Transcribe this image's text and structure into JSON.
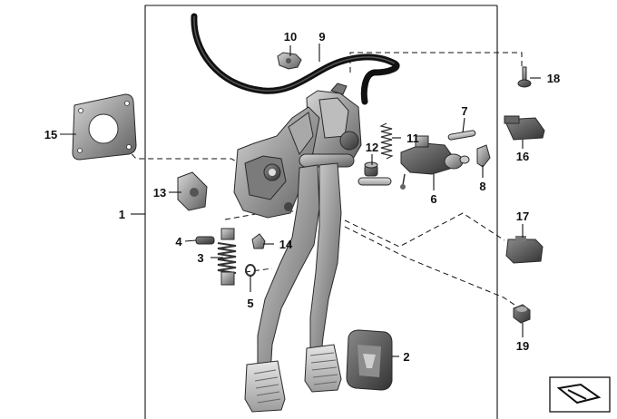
{
  "callouts": [
    "1",
    "2",
    "3",
    "4",
    "5",
    "6",
    "7",
    "8",
    "9",
    "10",
    "11",
    "12",
    "13",
    "14",
    "15",
    "16",
    "17",
    "18",
    "19"
  ],
  "watermark": "",
  "icon": "parts-catalog-view-icon"
}
